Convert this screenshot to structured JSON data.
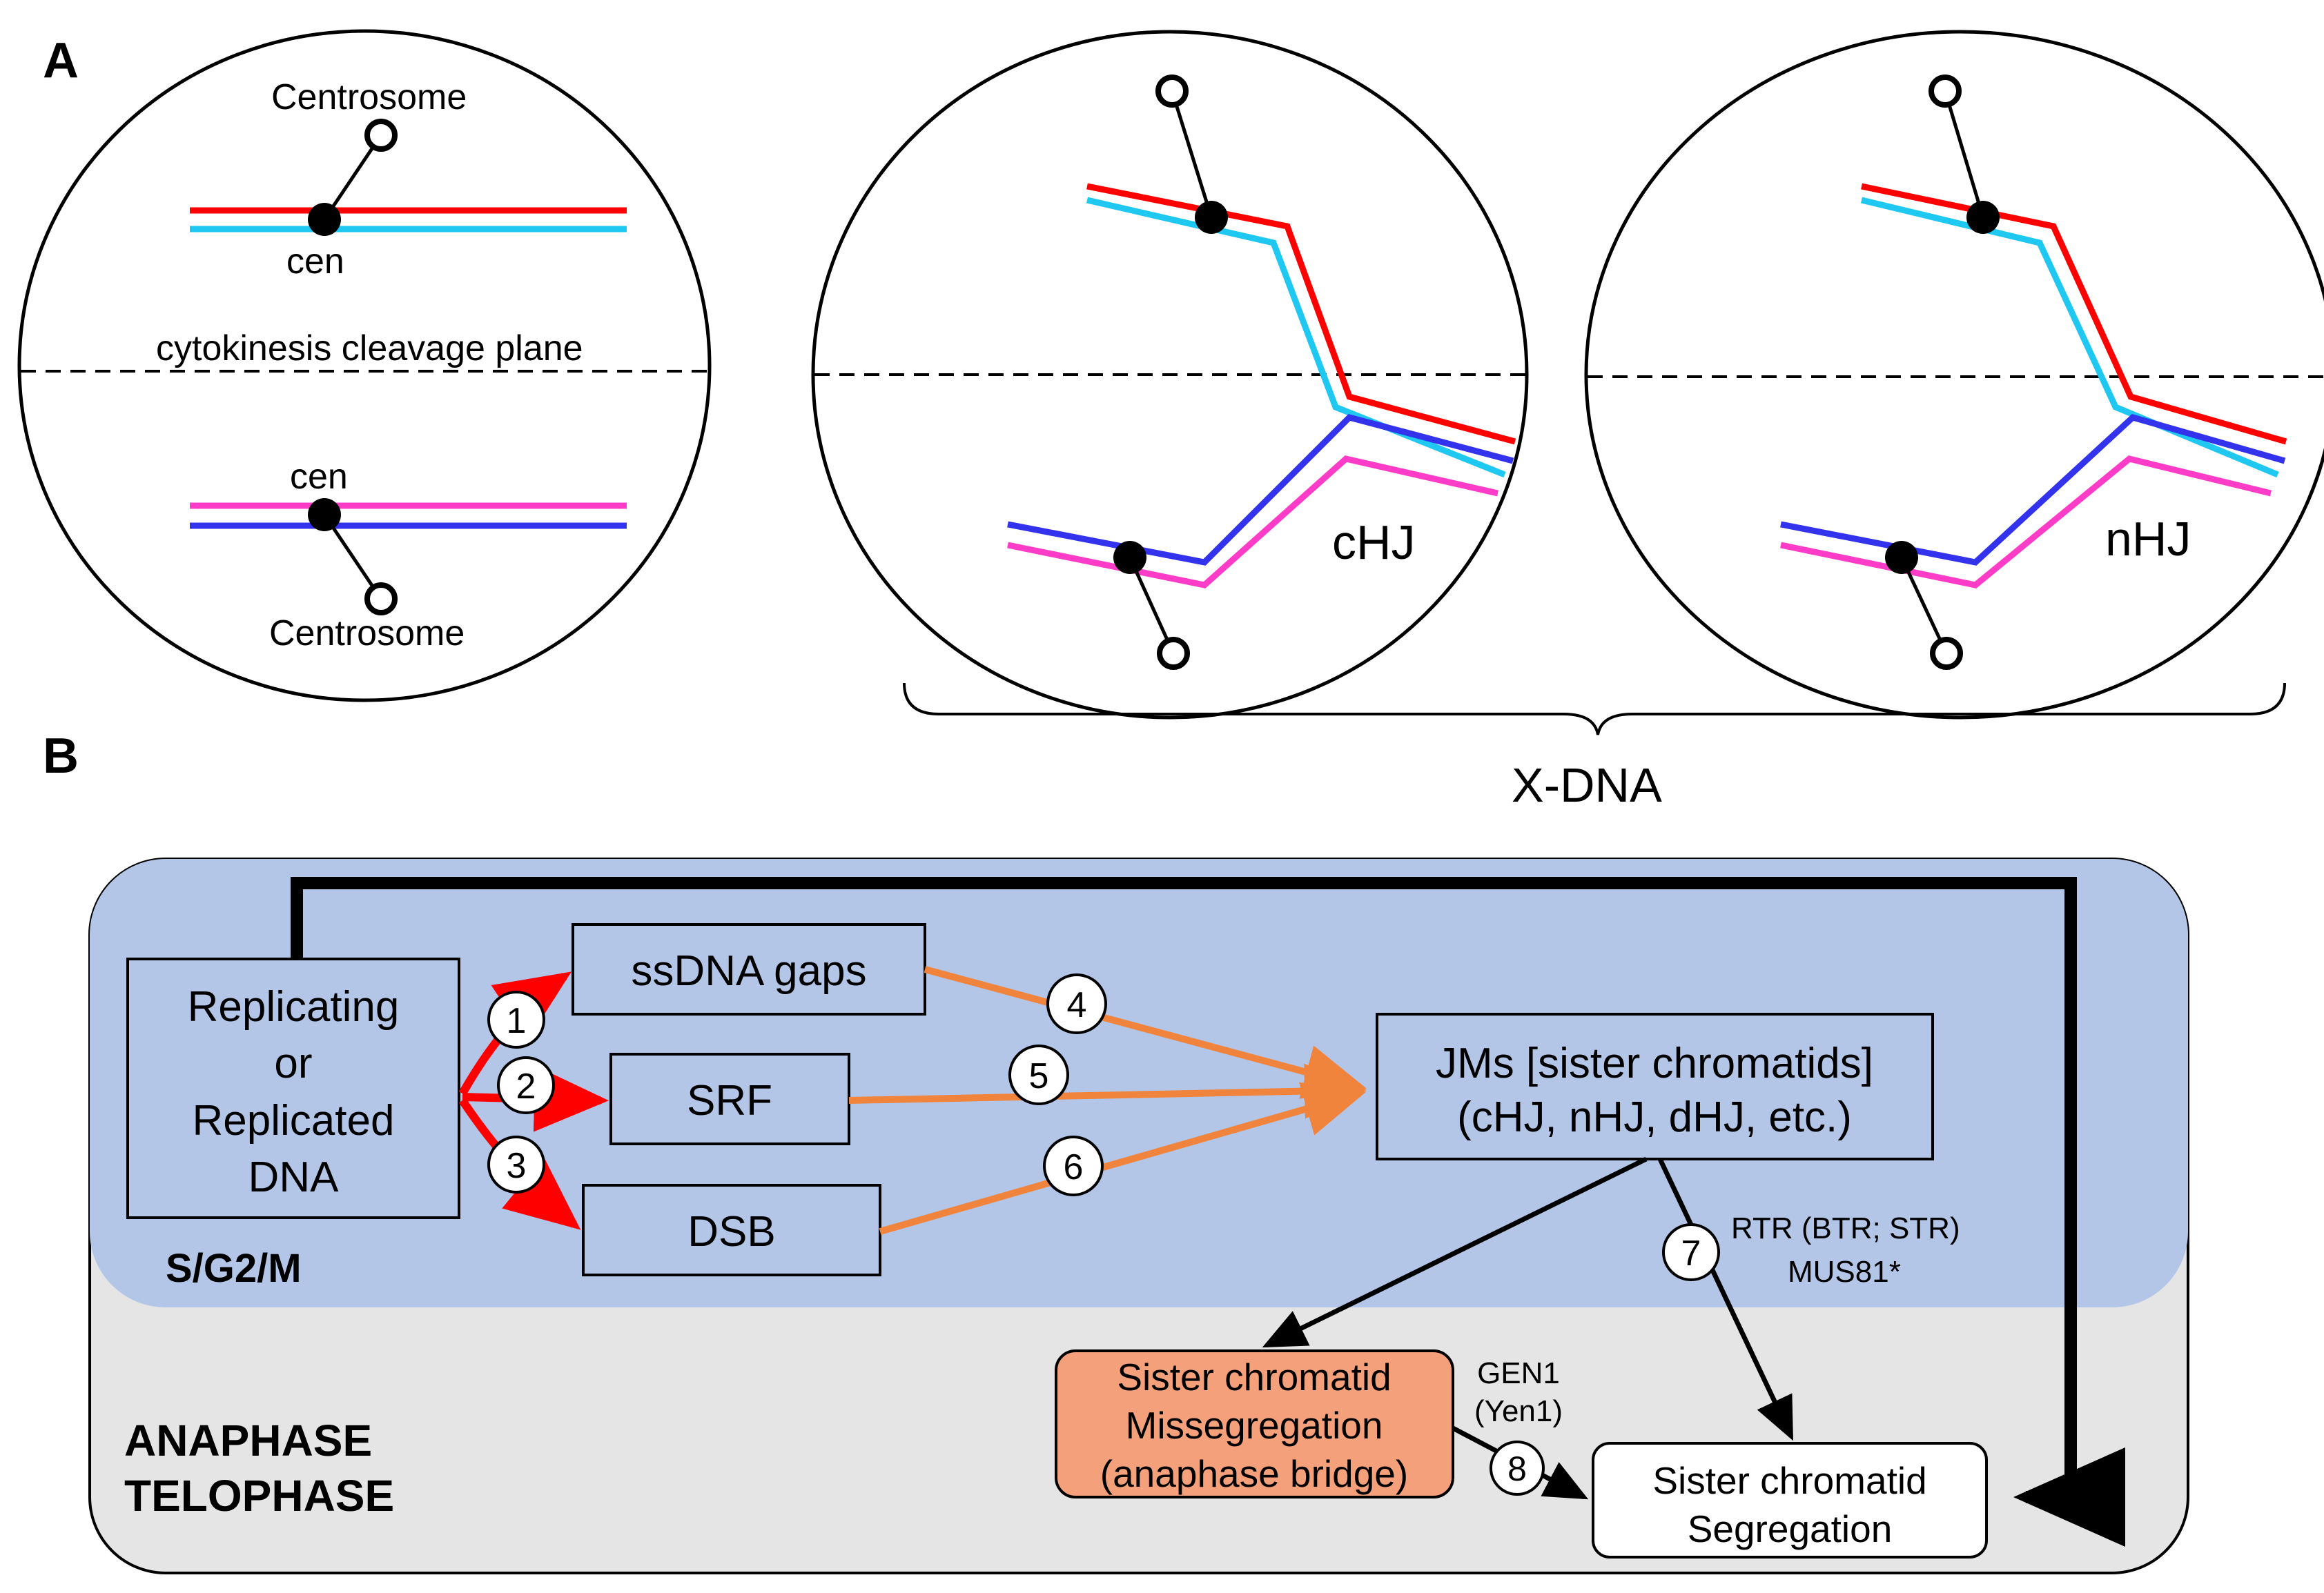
{
  "panel_a": {
    "label": "A",
    "cell1": {
      "centrosome_top": "Centrosome",
      "cen_top": "cen",
      "cleavage_plane": "cytokinesis cleavage plane",
      "cen_bottom": "cen",
      "centrosome_bottom": "Centrosome"
    },
    "cell2": {
      "label": "cHJ"
    },
    "cell3": {
      "label": "nHJ"
    },
    "brace_label": "X-DNA"
  },
  "panel_b": {
    "label": "B",
    "phase_top": "S/G2/M",
    "phase_bottom_line1": "ANAPHASE",
    "phase_bottom_line2": "TELOPHASE",
    "source_box": [
      "Replicating",
      "or",
      "Replicated",
      "DNA"
    ],
    "ssdna_box": "ssDNA gaps",
    "srf_box": "SRF",
    "dsb_box": "DSB",
    "jm_box": [
      "JMs [sister chromatids]",
      "(cHJ, nHJ, dHJ, etc.)"
    ],
    "misseg_box": [
      "Sister chromatid",
      "Missegregation",
      "(anaphase bridge)"
    ],
    "seg_box": [
      "Sister chromatid",
      "Segregation"
    ],
    "step_numbers": [
      "1",
      "2",
      "3",
      "4",
      "5",
      "6",
      "7",
      "8"
    ],
    "label_7": [
      "RTR (BTR; STR)",
      "MUS81*"
    ],
    "label_8": [
      "GEN1",
      "(Yen1)"
    ]
  },
  "colors": {
    "red_strand": "#ff0000",
    "cyan_strand": "#1ec8f0",
    "blue_strand": "#3333ee",
    "magenta_strand": "#ff3cc8",
    "phase_blue": "#b3c6e7",
    "phase_grey": "#e5e5e5",
    "orange_arrow": "#f0843c",
    "red_arrow": "#ff0000",
    "misseg_fill": "#f4a07a"
  }
}
